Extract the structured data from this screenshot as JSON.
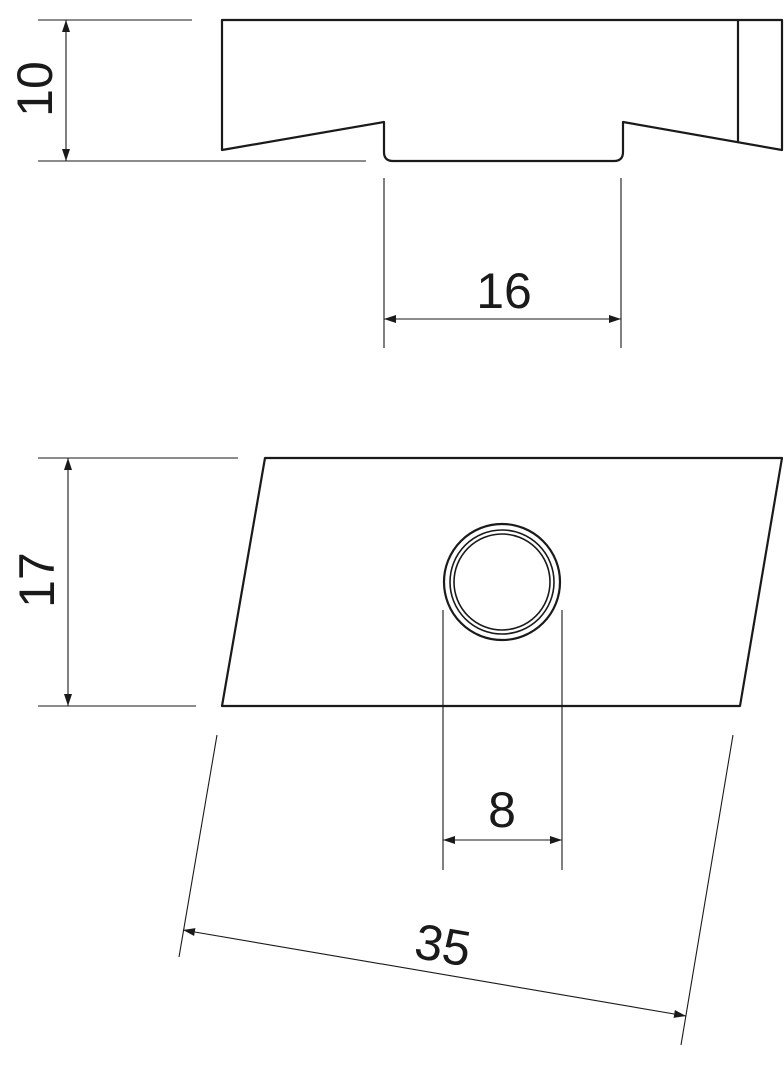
{
  "side_view": {
    "height_dimension": "10",
    "tongue_width_dimension": "16"
  },
  "top_view": {
    "width_dimension": "17",
    "hole_diameter_dimension": "8",
    "length_dimension": "35"
  }
}
